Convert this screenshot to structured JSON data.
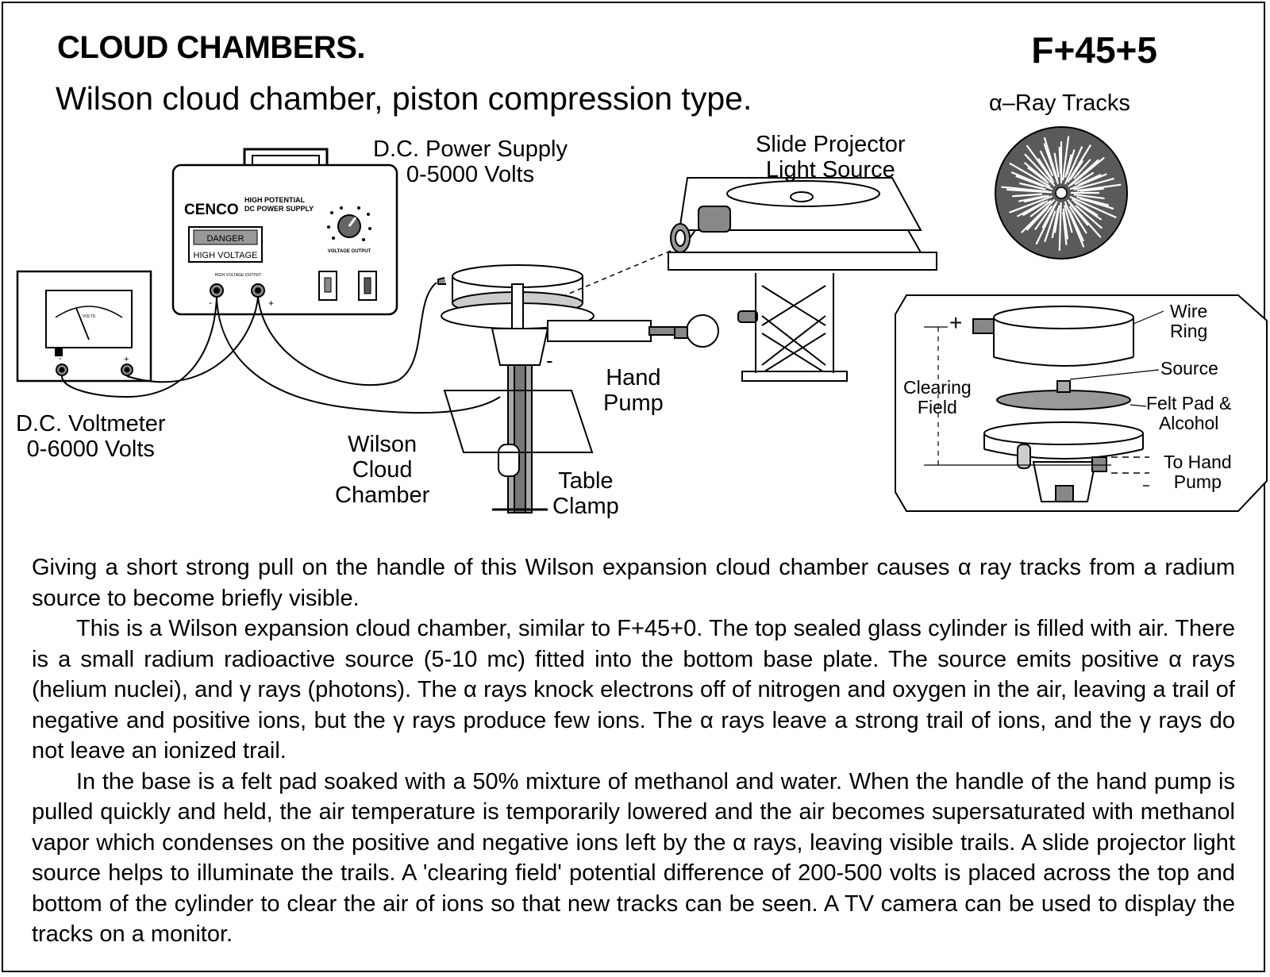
{
  "header": {
    "title": "CLOUD CHAMBERS.",
    "code": "F+45+5",
    "subtitle": "Wilson cloud chamber, piston compression type."
  },
  "labels": {
    "power_supply": [
      "D.C. Power Supply",
      "0-5000 Volts"
    ],
    "projector": [
      "Slide Projector",
      "Light Source"
    ],
    "alpha_tracks": "α–Ray Tracks",
    "voltmeter": [
      "D.C. Voltmeter",
      "0-6000 Volts"
    ],
    "chamber": [
      "Wilson",
      "Cloud",
      "Chamber"
    ],
    "hand_pump": [
      "Hand",
      "Pump"
    ],
    "table_clamp": [
      "Table",
      "Clamp"
    ],
    "minus_sign": "-",
    "inset": {
      "plus": "+",
      "wire_ring": [
        "Wire",
        "Ring"
      ],
      "source": "Source",
      "felt_pad": [
        "Felt Pad &",
        "Alcohol"
      ],
      "clearing_field": [
        "Clearing",
        "Field"
      ],
      "to_hand_pump": [
        "To Hand",
        "Pump"
      ]
    }
  },
  "power_supply_panel": {
    "brand": "CENCO",
    "model_line1": "HIGH     POTENTIAL",
    "model_line2": "DC POWER SUPPLY",
    "danger": "DANGER",
    "high_voltage": "HIGH VOLTAGE",
    "output_label": "HIGH VOLTAGE OUTPUT",
    "knob_label": "VOLTAGE OUTPUT",
    "minus": "-",
    "plus": "+"
  },
  "voltmeter_panel": {
    "unit": "VOLTS",
    "minus": "-",
    "plus": "+"
  },
  "body": {
    "p1": "Giving a short strong pull on the handle of this Wilson expansion cloud chamber causes α ray tracks from a radium source to become briefly visible.",
    "p2": "This is a Wilson expansion cloud chamber, similar to F+45+0. The top sealed glass cylinder is filled with air. There is a small radium radioactive source (5-10 mc) fitted into the bottom base plate. The source emits positive α rays (helium nuclei), and γ rays (photons). The α rays knock electrons off of nitrogen and oxygen in the air, leaving a trail of negative and positive ions, but the γ rays produce few ions. The α  rays leave a strong trail of ions,  and the  γ rays do not leave an ionized trail.",
    "p3": "In the base is a felt pad soaked with a 50% mixture of methanol and water. When the handle of the hand pump is pulled quickly and held, the air temperature is temporarily lowered and the air becomes supersaturated with methanol vapor which condenses on the positive and negative ions left by the α rays, leaving visible trails. A slide projector light source helps to illuminate the trails.  A 'clearing field' potential difference of 200-500 volts is placed across the top and bottom of the cylinder to clear the air of ions so that new tracks can be seen. A TV camera can be used to display the tracks on a monitor."
  }
}
